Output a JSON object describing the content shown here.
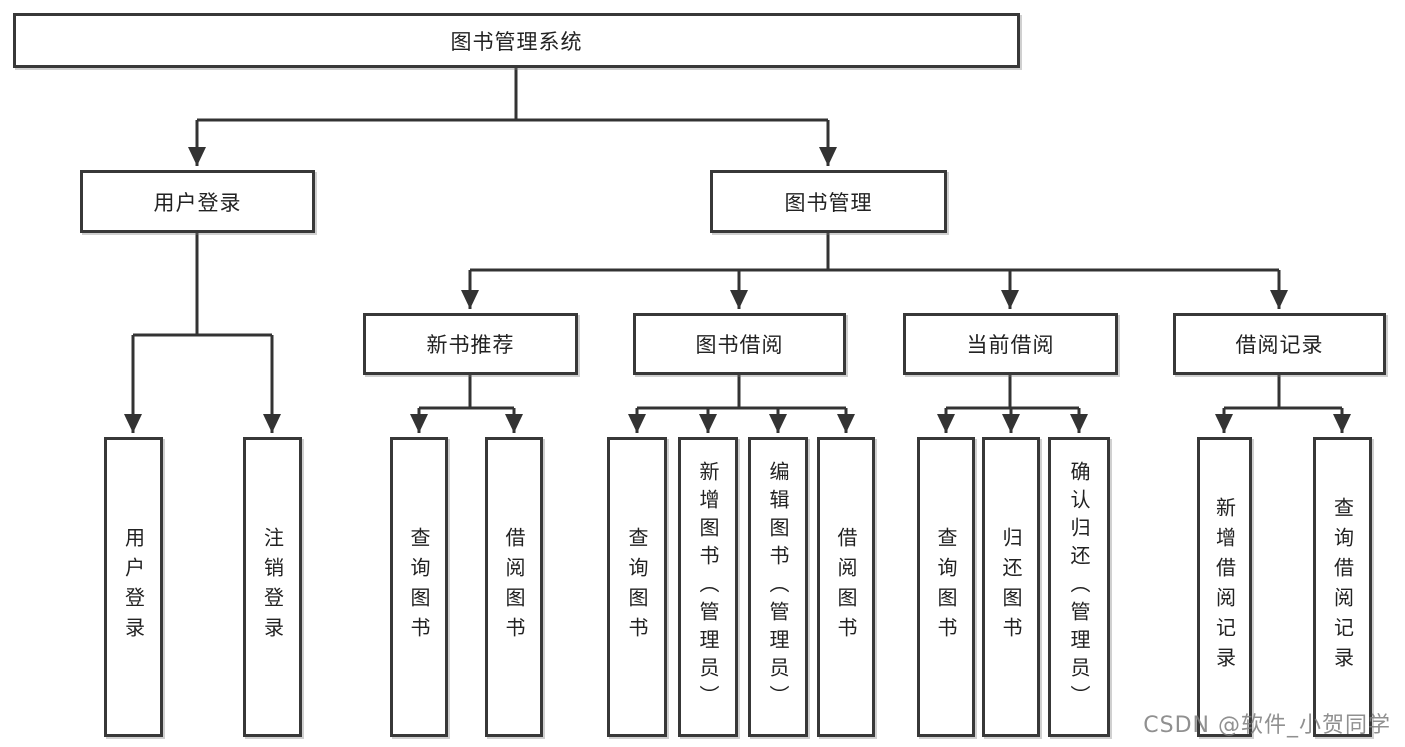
{
  "diagram": {
    "type": "hierarchy-tree",
    "nodes": {
      "root": "图书管理系统",
      "level2": [
        "用户登录",
        "图书管理"
      ],
      "level3": [
        "新书推荐",
        "图书借阅",
        "当前借阅",
        "借阅记录"
      ]
    },
    "leaves": {
      "user_login": [
        "用户登录",
        "注销登录"
      ],
      "new_book_recommend": [
        "查询图书",
        "借阅图书"
      ],
      "book_borrow": [
        "查询图书",
        "新增图书（管理员）",
        "编辑图书（管理员）",
        "借阅图书"
      ],
      "current_borrow": [
        "查询图书",
        "归还图书",
        "确认归还（管理员）"
      ],
      "borrow_record": [
        "新增借阅记录",
        "查询借阅记录"
      ]
    },
    "colors": {
      "line": "#333333",
      "box_border": "#383838",
      "box_fill": "#ffffff",
      "text": "#222222",
      "watermark": "#7d7d7d"
    }
  },
  "watermark": "CSDN @软件_小贺同学"
}
